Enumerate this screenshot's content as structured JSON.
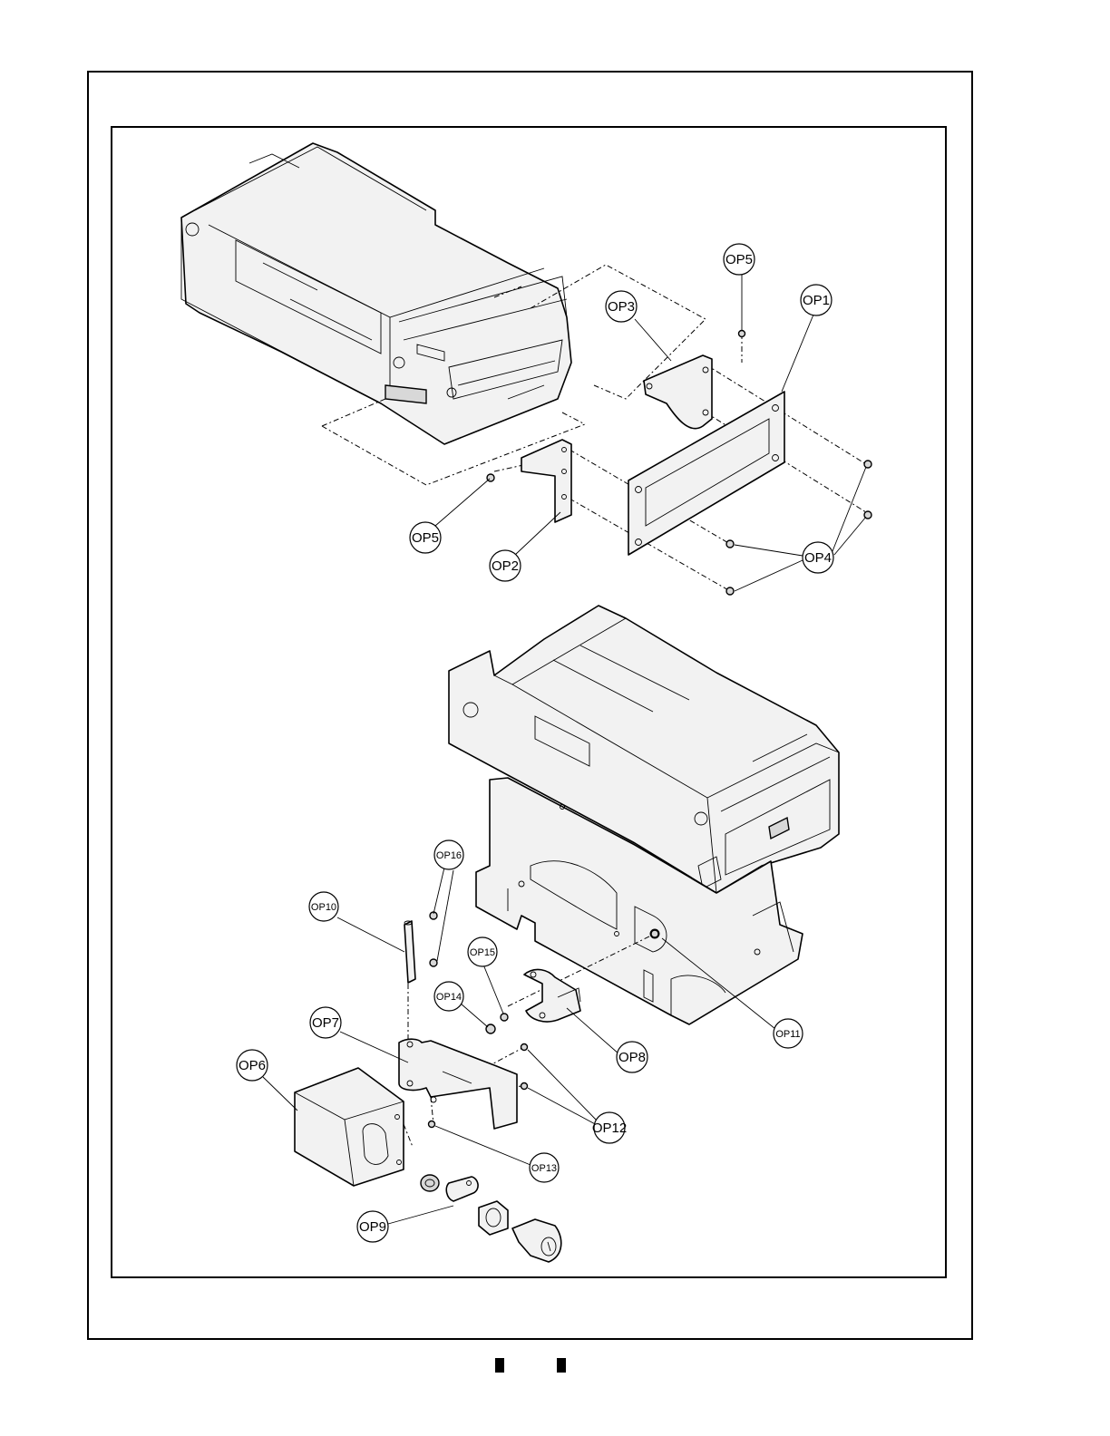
{
  "callouts": {
    "op5_top": "OP5",
    "op3": "OP3",
    "op1": "OP1",
    "op5_left": "OP5",
    "op2": "OP2",
    "op4": "OP4",
    "op16": "OP16",
    "op10": "OP10",
    "op15": "OP15",
    "op14": "OP14",
    "op7": "OP7",
    "op6": "OP6",
    "op8": "OP8",
    "op11": "OP11",
    "op12": "OP12",
    "op13": "OP13",
    "op9": "OP9"
  },
  "colors": {
    "ink": "#000000",
    "paper": "#ffffff",
    "shade": "#f2f2f2"
  }
}
